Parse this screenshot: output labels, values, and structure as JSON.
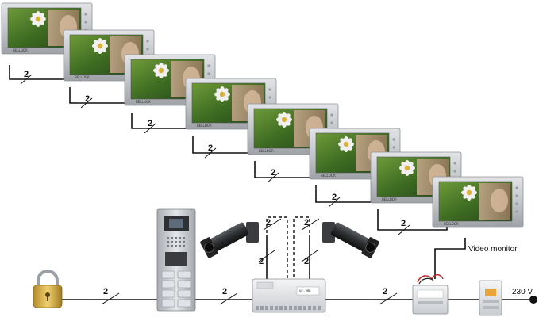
{
  "diagram": {
    "monitor_count": 8,
    "wire_count_label": "2",
    "video_monitor_label": "Video monitor",
    "mains_label": "230 V",
    "monitor_brand": "BELLDOR",
    "controller_text": "VC-2MP",
    "colors": {
      "wire": "#111111",
      "monitor_frame": "#c9ccd0",
      "screen_leaf": "#4f7d2a",
      "flower": "#f2f0ee",
      "lock_body": "#d8b44a"
    }
  }
}
